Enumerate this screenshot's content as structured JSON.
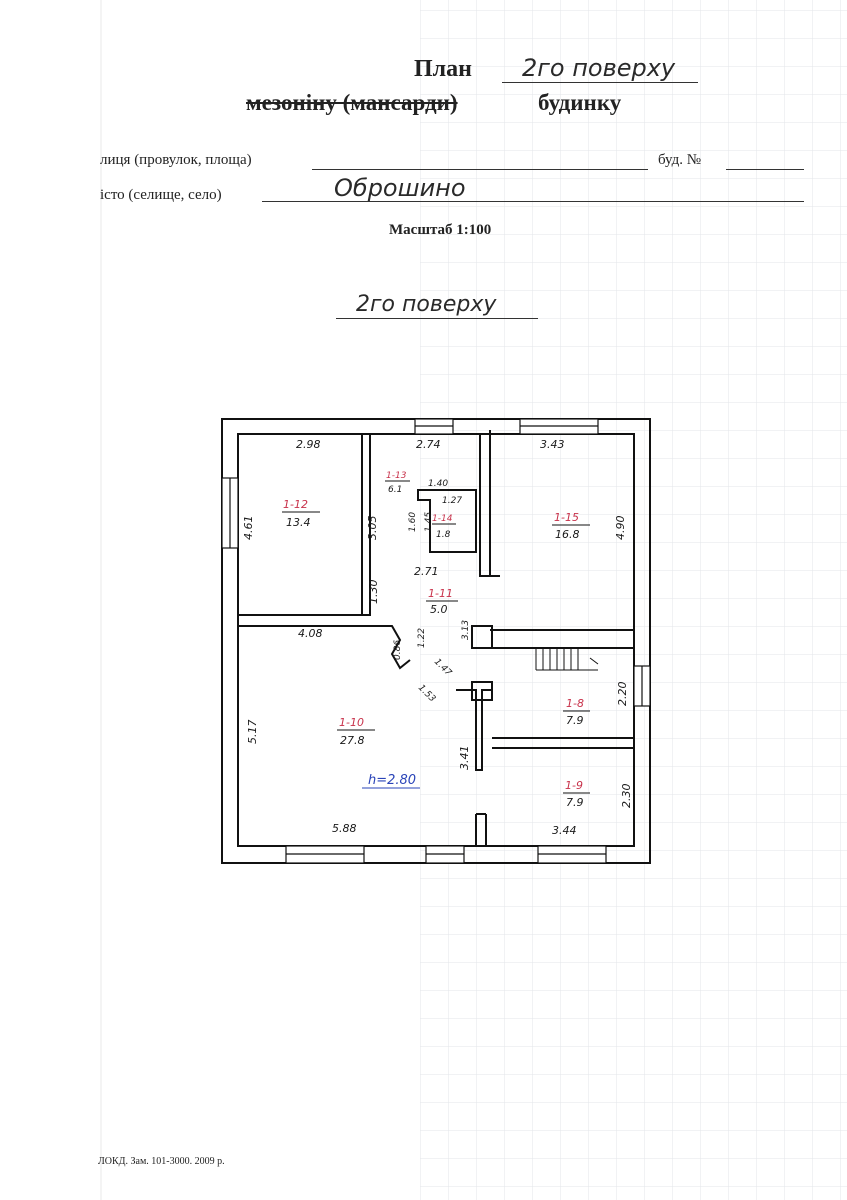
{
  "header": {
    "plan_word": "План",
    "floor_handwritten": "2го поверху",
    "struck_text": "мезоніну (мансарди)",
    "building_word": "будинку"
  },
  "address": {
    "street_label": "лиця (провулок, площа)",
    "street_value": "",
    "house_label": "буд. №",
    "house_value": "",
    "city_label": "істо (селище, село)",
    "city_value": "Оброшино"
  },
  "scale_text": "Масштаб 1:100",
  "floor_caption": "2го поверху",
  "footer_text": "ЛОКД. Зам. 101-3000. 2009 р.",
  "plan": {
    "height_note": "h=2.80",
    "rooms": [
      {
        "id": "1-12",
        "area": "13.4"
      },
      {
        "id": "1-13",
        "area": "6.1"
      },
      {
        "id": "1-14",
        "area": "1.8"
      },
      {
        "id": "1-15",
        "area": "16.8"
      },
      {
        "id": "1-11",
        "area": "5.0"
      },
      {
        "id": "1-10",
        "area": "27.8"
      },
      {
        "id": "1-8",
        "area": "7.9"
      },
      {
        "id": "1-9",
        "area": "7.9"
      }
    ],
    "dimensions": [
      "2.98",
      "2.74",
      "3.43",
      "1.40",
      "1.27",
      "4.61",
      "3.05",
      "1.60",
      "1.45",
      "4.90",
      "2.71",
      "1.30",
      "4.08",
      "0.86",
      "1.22",
      "3.13",
      "1.47",
      "1.53",
      "2.20",
      "5.17",
      "3.41",
      "2.30",
      "5.88",
      "3.44"
    ]
  }
}
